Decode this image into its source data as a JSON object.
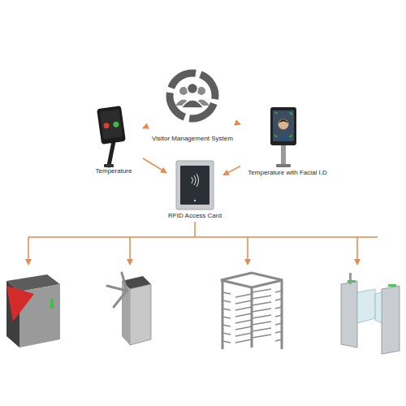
{
  "diagram": {
    "nodes": [
      {
        "text": [
          "Visitor Management System"
        ]
      },
      {
        "text": [
          "Temperature"
        ]
      },
      {
        "text": [
          "Temperature with Facial I.D"
        ]
      },
      {
        "text": [
          "RFID Access Card"
        ]
      }
    ],
    "edges": [
      {
        "from": 0,
        "to": 1,
        "arrow": "to"
      },
      {
        "from": 0,
        "to": 2,
        "arrow": "to"
      },
      {
        "from": 1,
        "to": 3,
        "arrow": "to"
      },
      {
        "from": 2,
        "to": 3,
        "arrow": "to"
      }
    ]
  }
}
